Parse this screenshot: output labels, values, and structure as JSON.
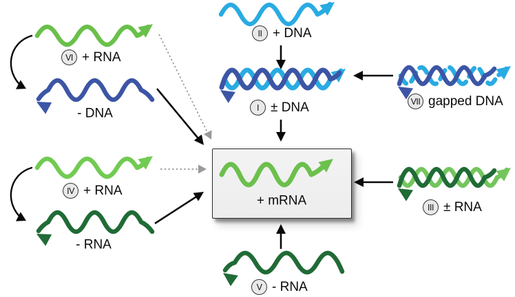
{
  "labels": {
    "i": {
      "numeral": "I",
      "text": "± DNA"
    },
    "ii": {
      "numeral": "II",
      "text": "+ DNA"
    },
    "iii": {
      "numeral": "III",
      "text": "± RNA"
    },
    "iv": {
      "numeral": "IV",
      "text": "+ RNA"
    },
    "v": {
      "numeral": "V",
      "text": "- RNA"
    },
    "vi": {
      "numeral": "VI",
      "text": "+ RNA"
    },
    "vii": {
      "numeral": "VII",
      "text": "gapped DNA"
    },
    "vi_product": "- DNA",
    "iv_product": "- RNA",
    "center": "+ mRNA"
  },
  "colors": {
    "cyan": "#29ABE2",
    "blue": "#3C55A5",
    "green_vi": "#69C04A",
    "green_iv": "#72CB52",
    "green_mrna": "#6CC04C",
    "green_light": "#74C55E",
    "green_dark": "#206B36",
    "arrow_black": "#0A0A0A",
    "arrow_gray": "#9A9A9A",
    "box_fill": "#F0F0F0",
    "box_border": "#2B2B2B",
    "circle_fill": "#E9E9E9",
    "circle_border": "#333333"
  }
}
